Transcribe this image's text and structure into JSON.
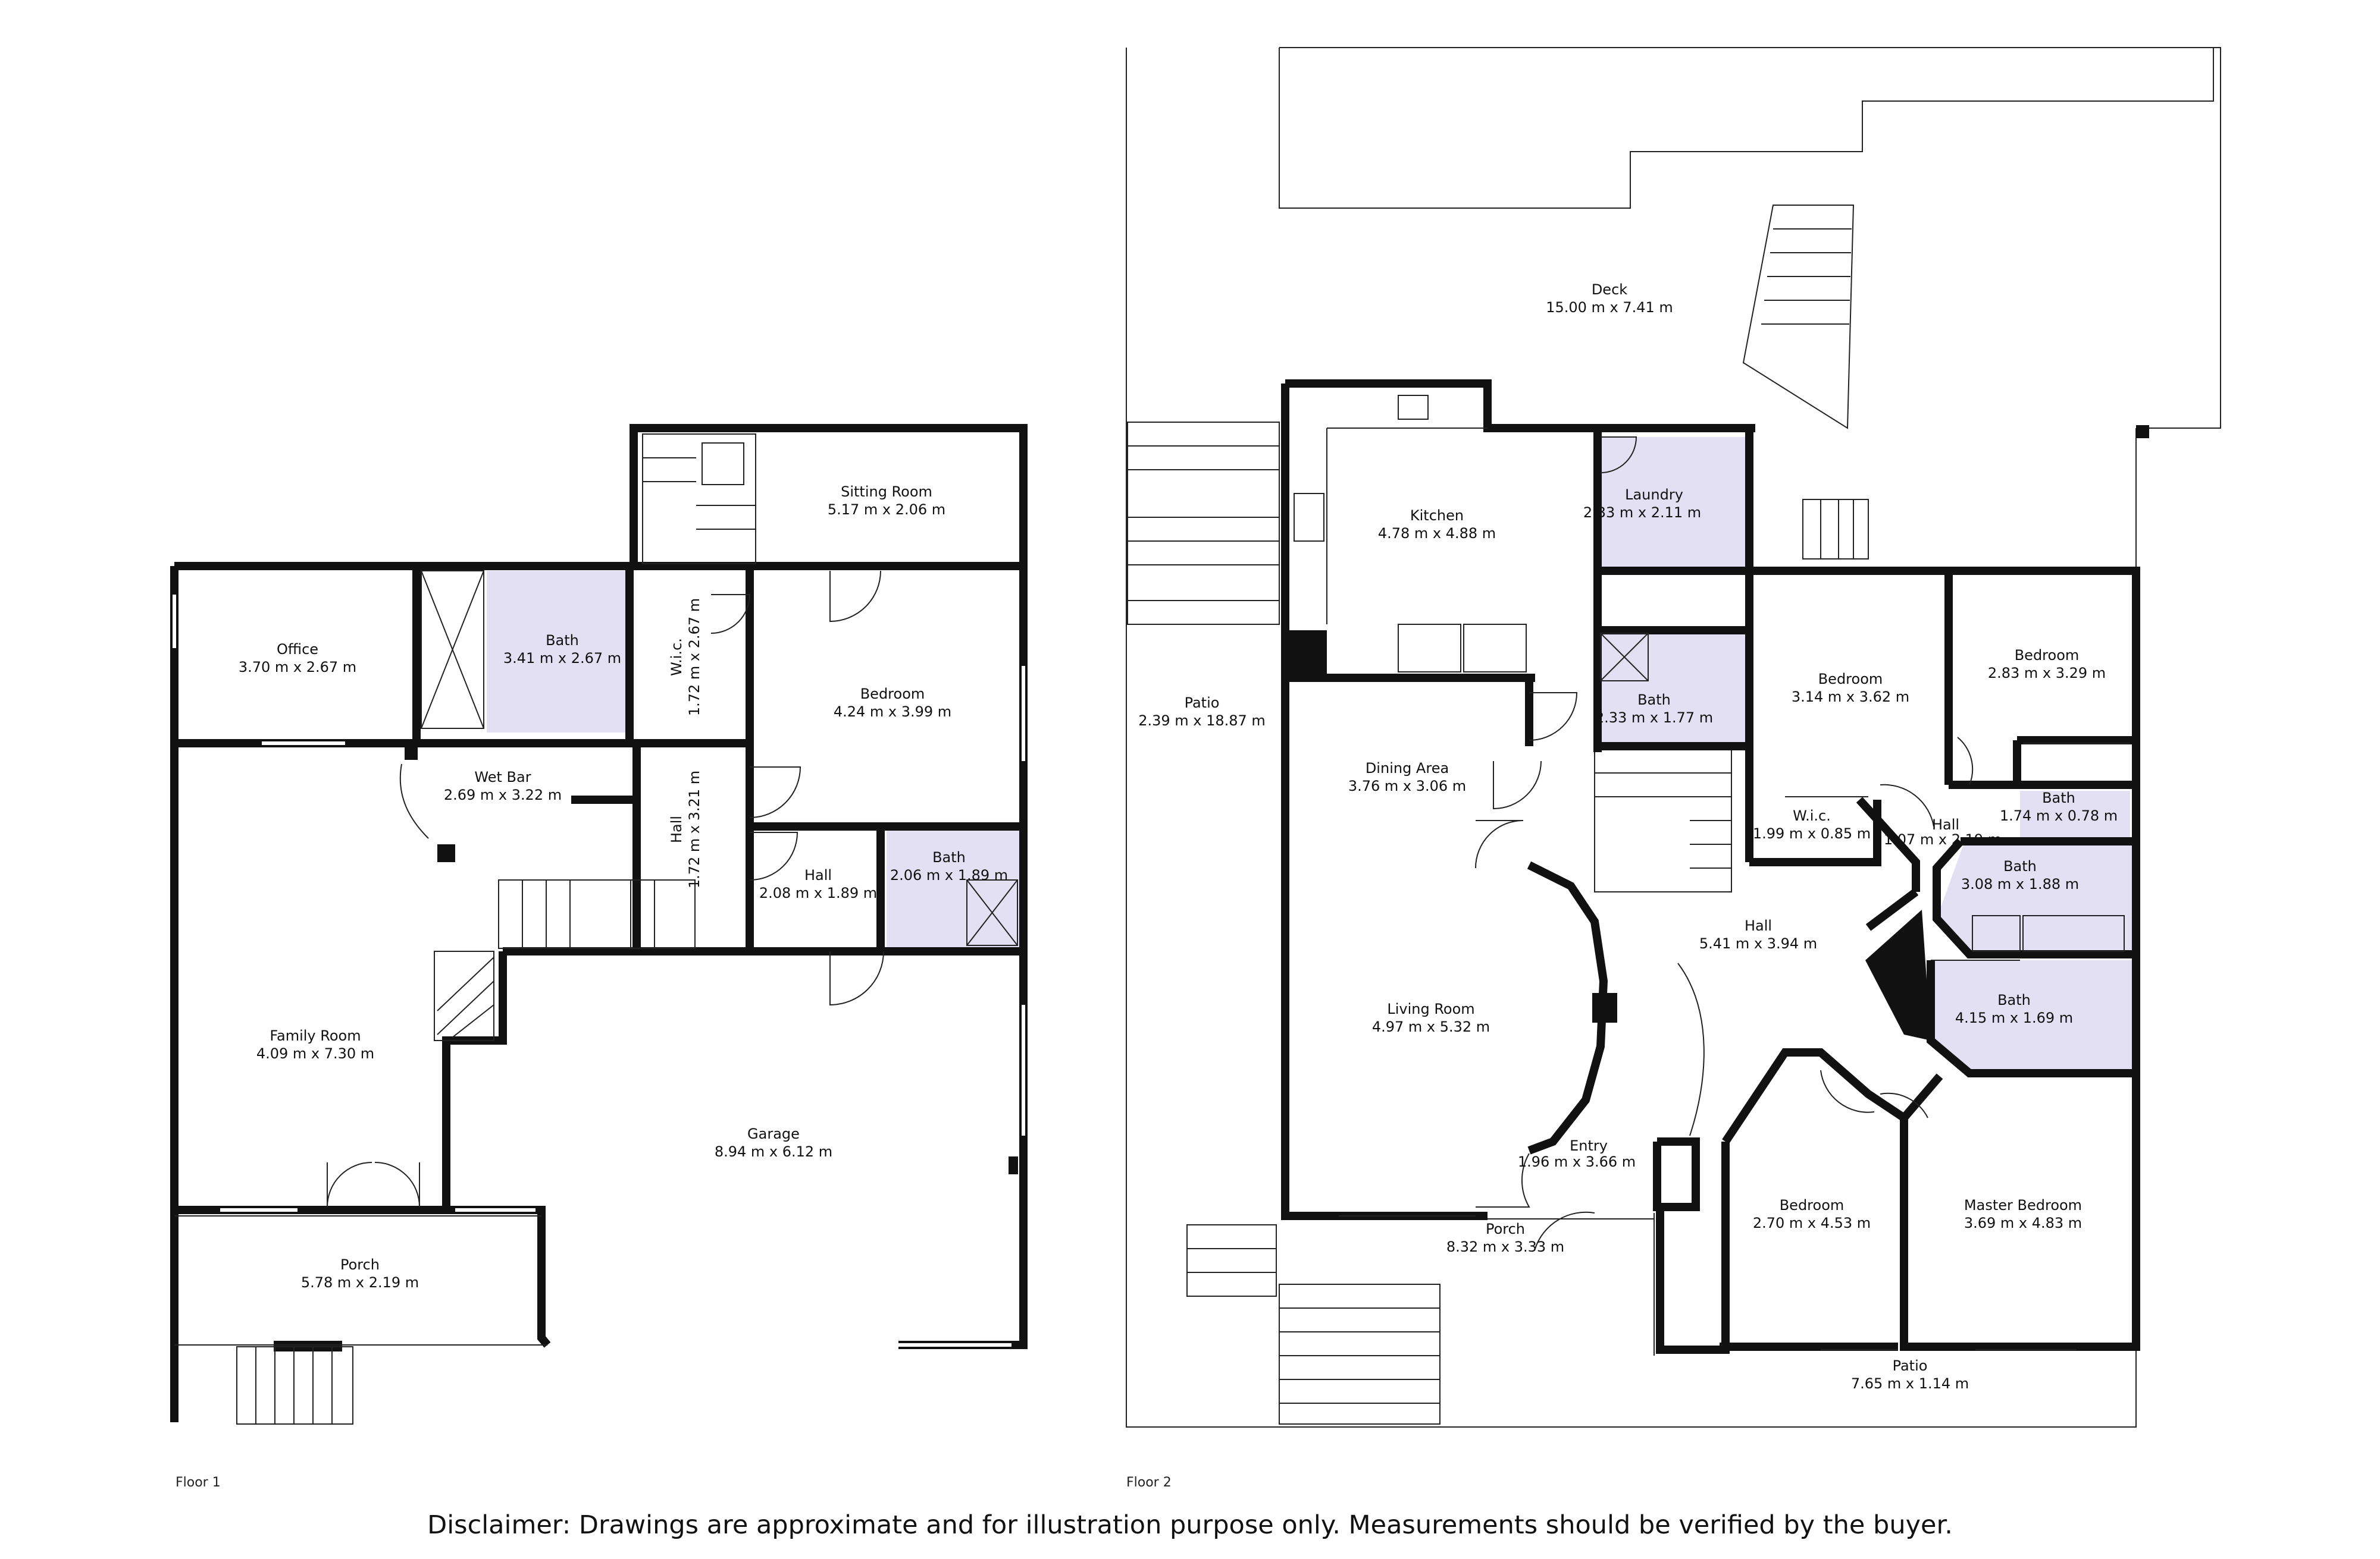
{
  "floors": [
    {
      "label": "Floor 1",
      "rooms": [
        {
          "id": "office",
          "name": "Office",
          "dims": "3.70 m x 2.67 m"
        },
        {
          "id": "bath1",
          "name": "Bath",
          "dims": "3.41 m x 2.67 m"
        },
        {
          "id": "wic1",
          "name": "W.i.c.",
          "dims": "1.72 m x 2.67 m"
        },
        {
          "id": "sitting",
          "name": "Sitting Room",
          "dims": "5.17 m x 2.06 m"
        },
        {
          "id": "bedroom1",
          "name": "Bedroom",
          "dims": "4.24 m x 3.99 m"
        },
        {
          "id": "wetbar",
          "name": "Wet Bar",
          "dims": "2.69 m x 3.22 m"
        },
        {
          "id": "hall1v",
          "name": "Hall",
          "dims": "1.72 m x 3.21 m"
        },
        {
          "id": "hall1",
          "name": "Hall",
          "dims": "2.08 m x 1.89 m"
        },
        {
          "id": "bath2",
          "name": "Bath",
          "dims": "2.06 m x 1.89 m"
        },
        {
          "id": "family",
          "name": "Family Room",
          "dims": "4.09 m x 7.30 m"
        },
        {
          "id": "garage",
          "name": "Garage",
          "dims": "8.94 m x 6.12 m"
        },
        {
          "id": "porch1",
          "name": "Porch",
          "dims": "5.78 m x 2.19 m"
        }
      ]
    },
    {
      "label": "Floor 2",
      "rooms": [
        {
          "id": "deck",
          "name": "Deck",
          "dims": "15.00 m x 7.41 m"
        },
        {
          "id": "kitchen",
          "name": "Kitchen",
          "dims": "4.78 m x 4.88 m"
        },
        {
          "id": "laundry",
          "name": "Laundry",
          "dims": "2.33 m x 2.11 m"
        },
        {
          "id": "bath3",
          "name": "Bath",
          "dims": "2.33 m x 1.77 m"
        },
        {
          "id": "patio1",
          "name": "Patio",
          "dims": "2.39 m x 18.87 m"
        },
        {
          "id": "dining",
          "name": "Dining Area",
          "dims": "3.76 m x 3.06 m"
        },
        {
          "id": "bedroom2",
          "name": "Bedroom",
          "dims": "3.14 m x 3.62 m"
        },
        {
          "id": "bedroom3",
          "name": "Bedroom",
          "dims": "2.83 m x 3.29 m"
        },
        {
          "id": "wic2",
          "name": "W.i.c.",
          "dims": "1.99 m x 0.85 m"
        },
        {
          "id": "hall2",
          "name": "Hall",
          "dims": "1.07 m x 2.19 m"
        },
        {
          "id": "bath4",
          "name": "Bath",
          "dims": "1.74 m x 0.78 m"
        },
        {
          "id": "bath5",
          "name": "Bath",
          "dims": "3.08 m x 1.88 m"
        },
        {
          "id": "hall3",
          "name": "Hall",
          "dims": "5.41 m x 3.94 m"
        },
        {
          "id": "living",
          "name": "Living Room",
          "dims": "4.97 m x 5.32 m"
        },
        {
          "id": "bath6",
          "name": "Bath",
          "dims": "4.15 m x 1.69 m"
        },
        {
          "id": "entry",
          "name": "Entry",
          "dims": "1.96 m x 3.66 m"
        },
        {
          "id": "porch2",
          "name": "Porch",
          "dims": "8.32 m x 3.33 m"
        },
        {
          "id": "bedroom4",
          "name": "Bedroom",
          "dims": "2.70 m x 4.53 m"
        },
        {
          "id": "master",
          "name": "Master Bedroom",
          "dims": "3.69 m x 4.83 m"
        },
        {
          "id": "patio2",
          "name": "Patio",
          "dims": "7.65 m x 1.14 m"
        }
      ]
    }
  ],
  "disclaimer": "Disclaimer: Drawings are approximate and for illustration purpose only. Measurements should be verified by the buyer.",
  "colors": {
    "wall": "#111111",
    "bath_fill": "#e3e0f4",
    "line": "#222222",
    "background": "#ffffff"
  }
}
